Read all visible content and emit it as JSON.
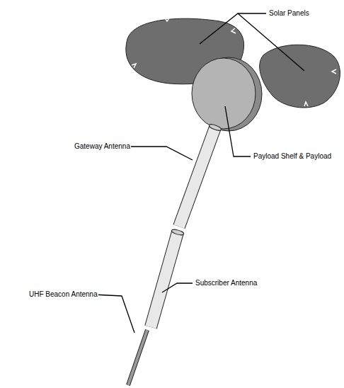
{
  "diagram": {
    "labels": [
      "Solar Panels",
      "Payload Shelf & Payload",
      "Gateway Antenna",
      "Subscriber Antenna",
      "UHF Beacon Antenna"
    ]
  }
}
